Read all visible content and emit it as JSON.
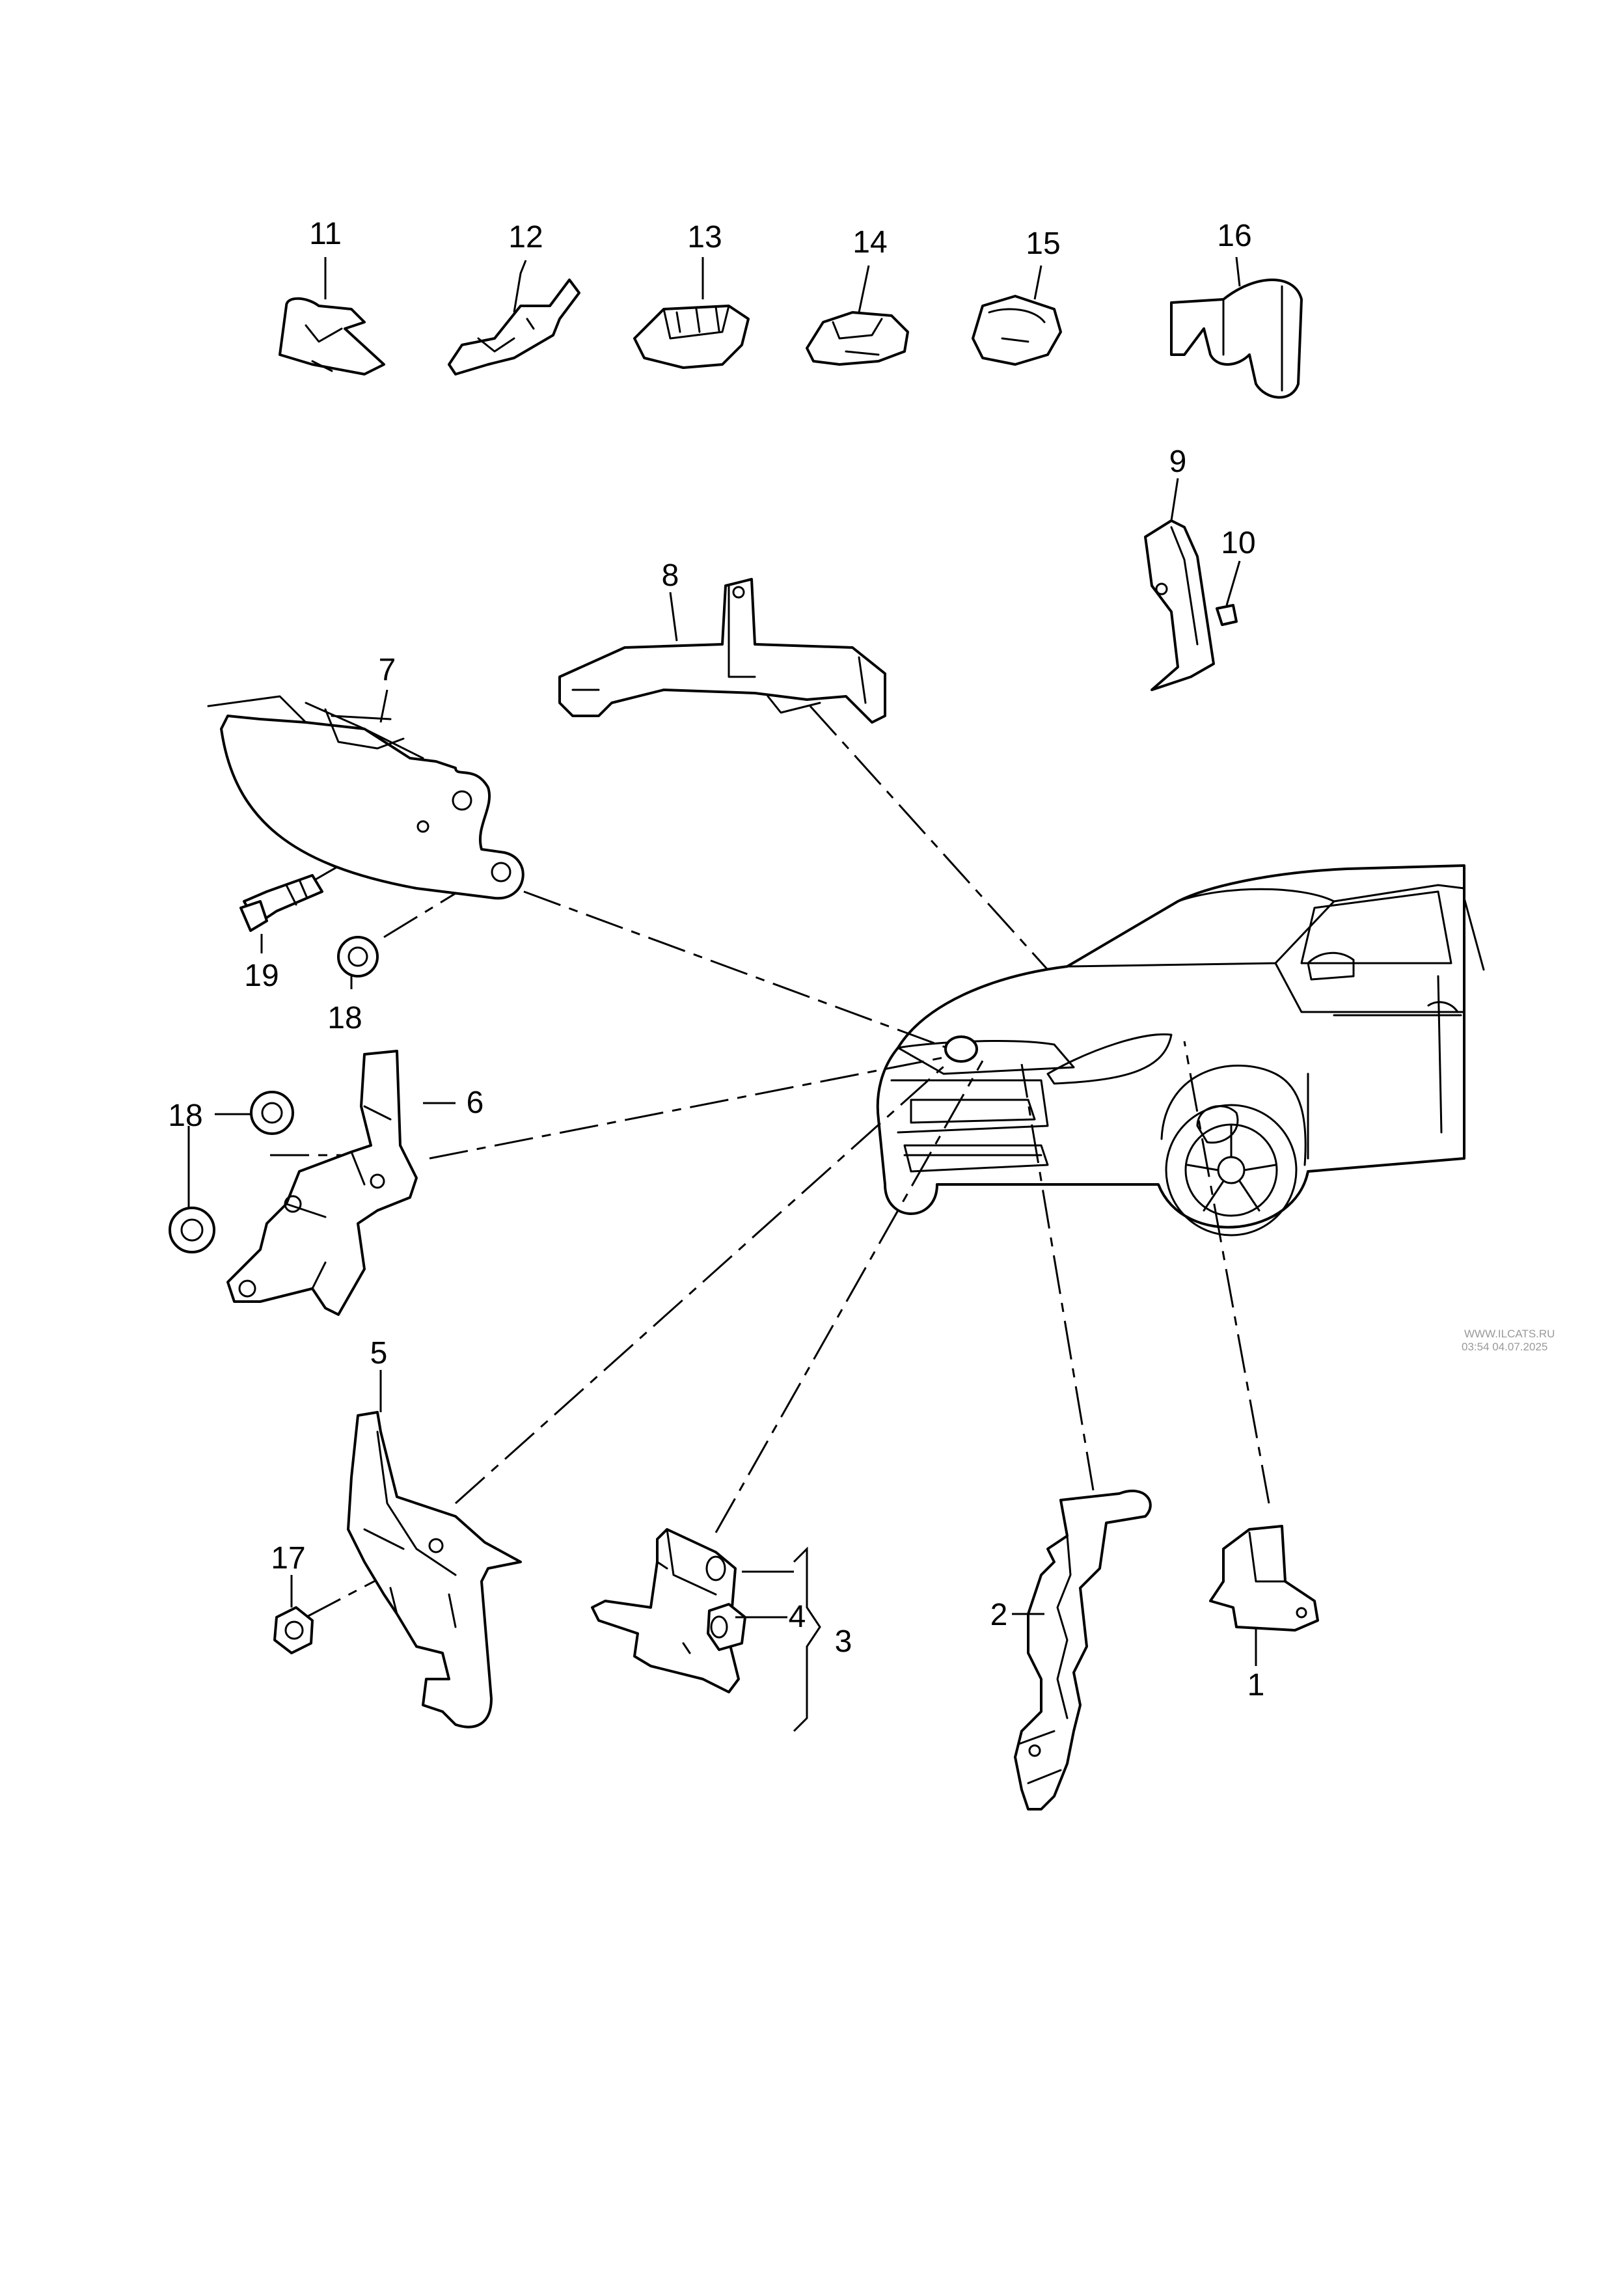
{
  "callouts": {
    "c1": "1",
    "c2": "2",
    "c3": "3",
    "c4": "4",
    "c5": "5",
    "c6": "6",
    "c7": "7",
    "c8": "8",
    "c9": "9",
    "c10": "10",
    "c11": "11",
    "c12": "12",
    "c13": "13",
    "c14": "14",
    "c15": "15",
    "c16": "16",
    "c17": "17",
    "c18a": "18",
    "c18b": "18",
    "c19": "19"
  },
  "watermark": {
    "site": "WWW.ILCATS.RU",
    "stamp": "03:54 04.07.2025"
  },
  "icons": [
    "clip-icon",
    "bracket-icon",
    "bolt-icon",
    "nut-icon",
    "car-illustration"
  ],
  "colors": {
    "line": "#000000",
    "background": "#ffffff",
    "watermark": "#999999"
  }
}
